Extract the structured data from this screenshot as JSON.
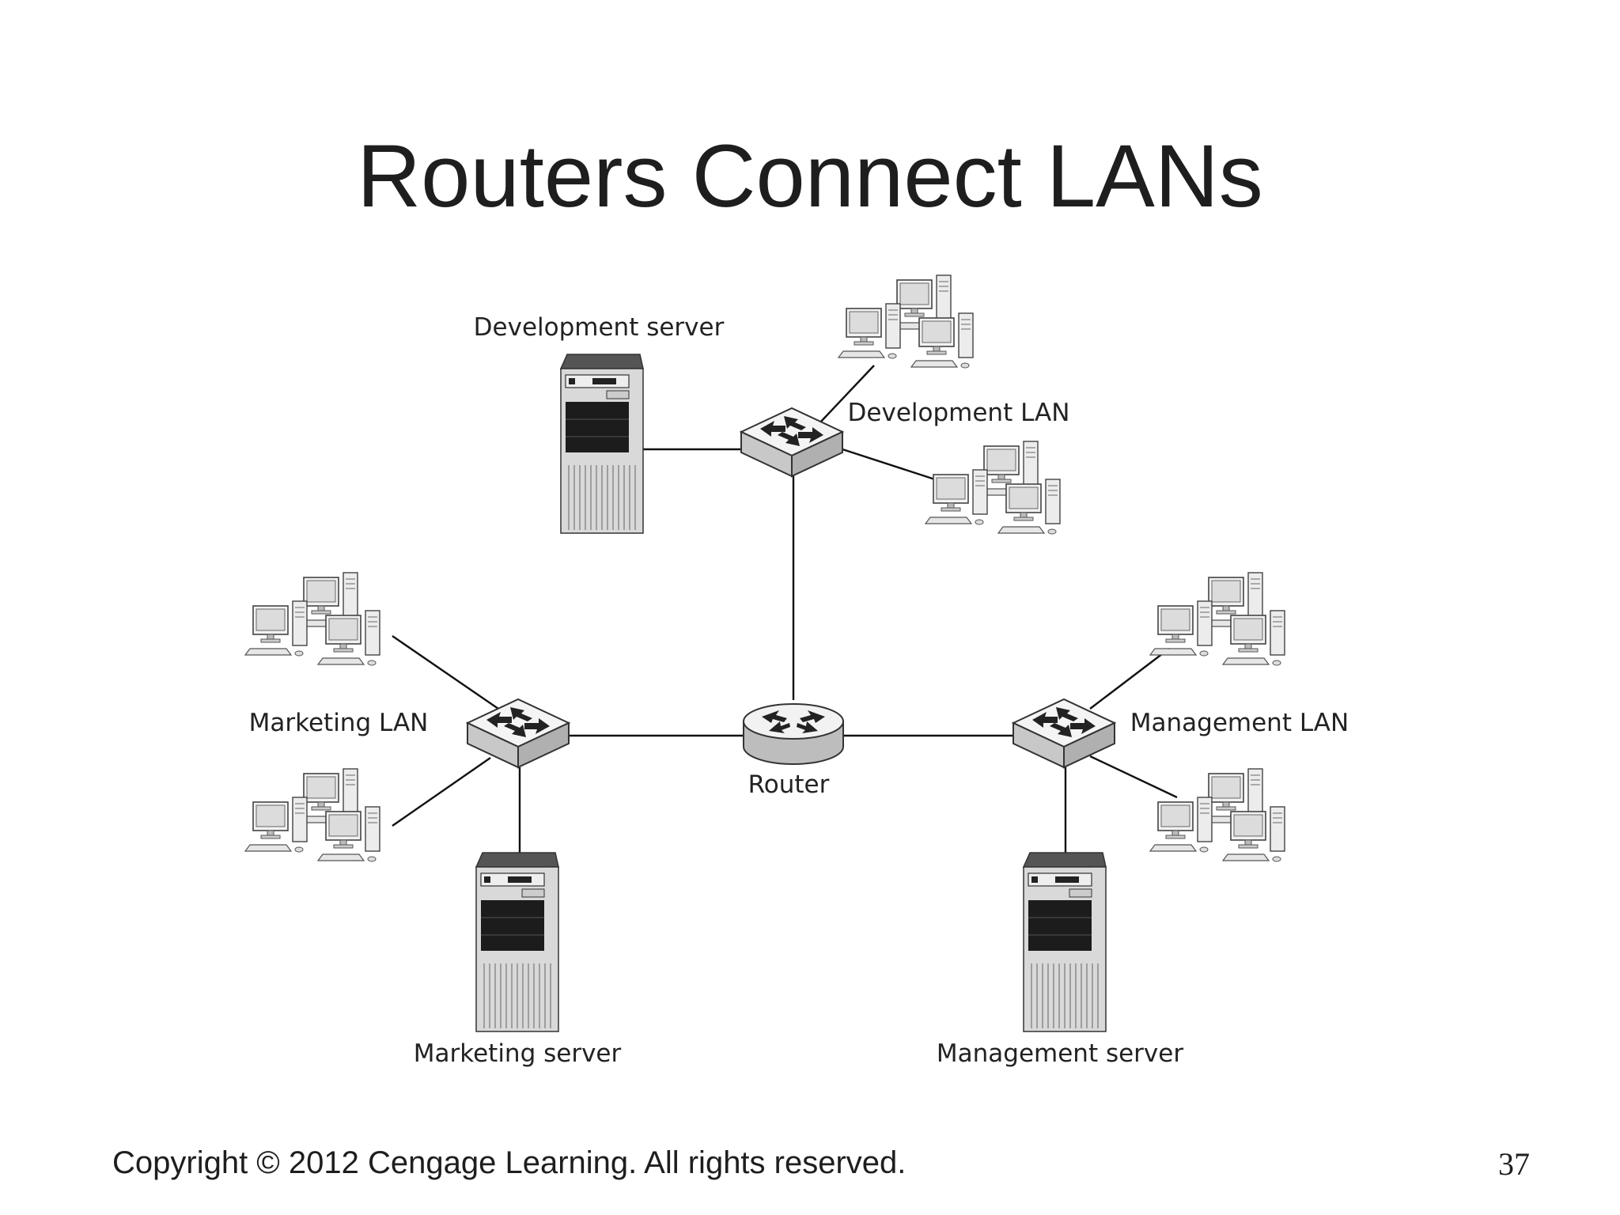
{
  "slide": {
    "title": "Routers Connect LANs",
    "footer": "Copyright © 2012 Cengage Learning. All rights reserved.",
    "page_number": "37"
  },
  "diagram": {
    "router_label": "Router",
    "development_server_label": "Development server",
    "development_lan_label": "Development LAN",
    "marketing_lan_label": "Marketing LAN",
    "management_lan_label": "Management LAN",
    "marketing_server_label": "Marketing server",
    "management_server_label": "Management server"
  }
}
